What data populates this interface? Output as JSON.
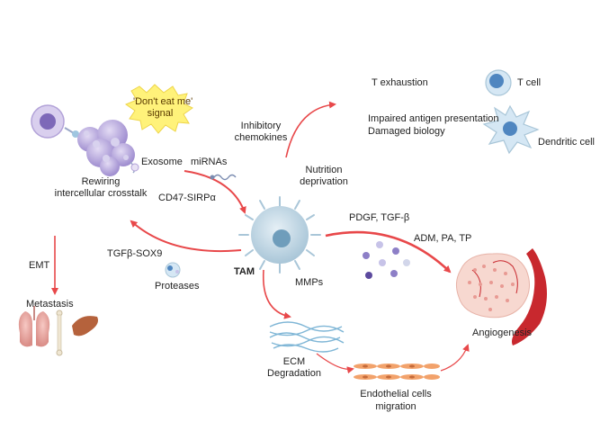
{
  "labels": {
    "dont_eat_me": "'Don't eat me'",
    "signal": "signal",
    "exosome": "Exosome",
    "mirnas": "miRNAs",
    "rewiring": "Rewiring",
    "intercellular_crosstalk": "intercellular crosstalk",
    "cd47": "CD47-SIRPα",
    "inhibitory": "Inhibitory",
    "chemokines": "chemokines",
    "nutrition": "Nutrition",
    "deprivation": "deprivation",
    "t_exhaustion": "T exhaustion",
    "t_cell": "T cell",
    "impaired_antigen": "Impaired antigen presentation",
    "damaged_biology": "Damaged biology",
    "dendritic_cell": "Dendritic cell",
    "pdgf": "PDGF, TGF-β",
    "adm": "ADM, PA, TP",
    "emt": "EMT",
    "tgfb_sox9": "TGFβ-SOX9",
    "tam": "TAM",
    "mmps": "MMPs",
    "proteases": "Proteases",
    "metastasis": "Metastasis",
    "ecm": "ECM",
    "degradation": "Degradation",
    "angiogenesis": "Angiogenesis",
    "endothelial": "Endothelial cells",
    "migration": "migration"
  },
  "colors": {
    "arrow": "#e8484a",
    "macrophage": "#b9d3e3",
    "tumor_cell": "#b7a8dc",
    "speech_bubble": "#fff27a",
    "endothelial": "#f2a26b",
    "ecm_fiber": "#7fb6d6",
    "vessel": "#c8282e"
  }
}
